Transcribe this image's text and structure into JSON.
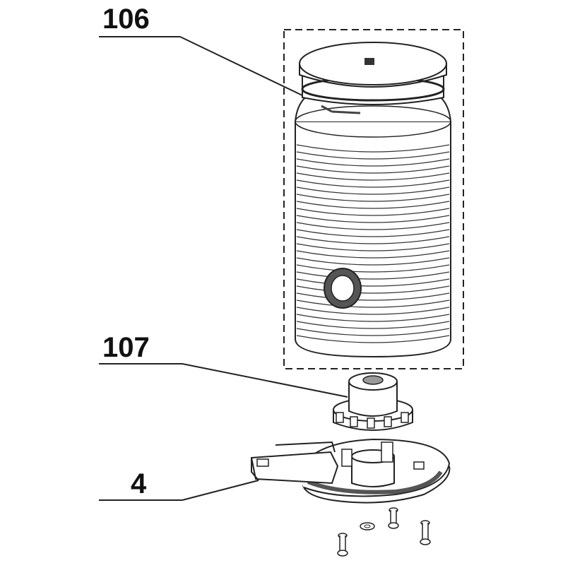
{
  "callouts": [
    {
      "id": "106",
      "label": "106"
    },
    {
      "id": "107",
      "label": "107"
    },
    {
      "id": "4",
      "label": "4"
    }
  ],
  "colors": {
    "line": "#222222",
    "fill": "#ffffff",
    "shade": "#d9d9d9",
    "dark": "#555555"
  }
}
